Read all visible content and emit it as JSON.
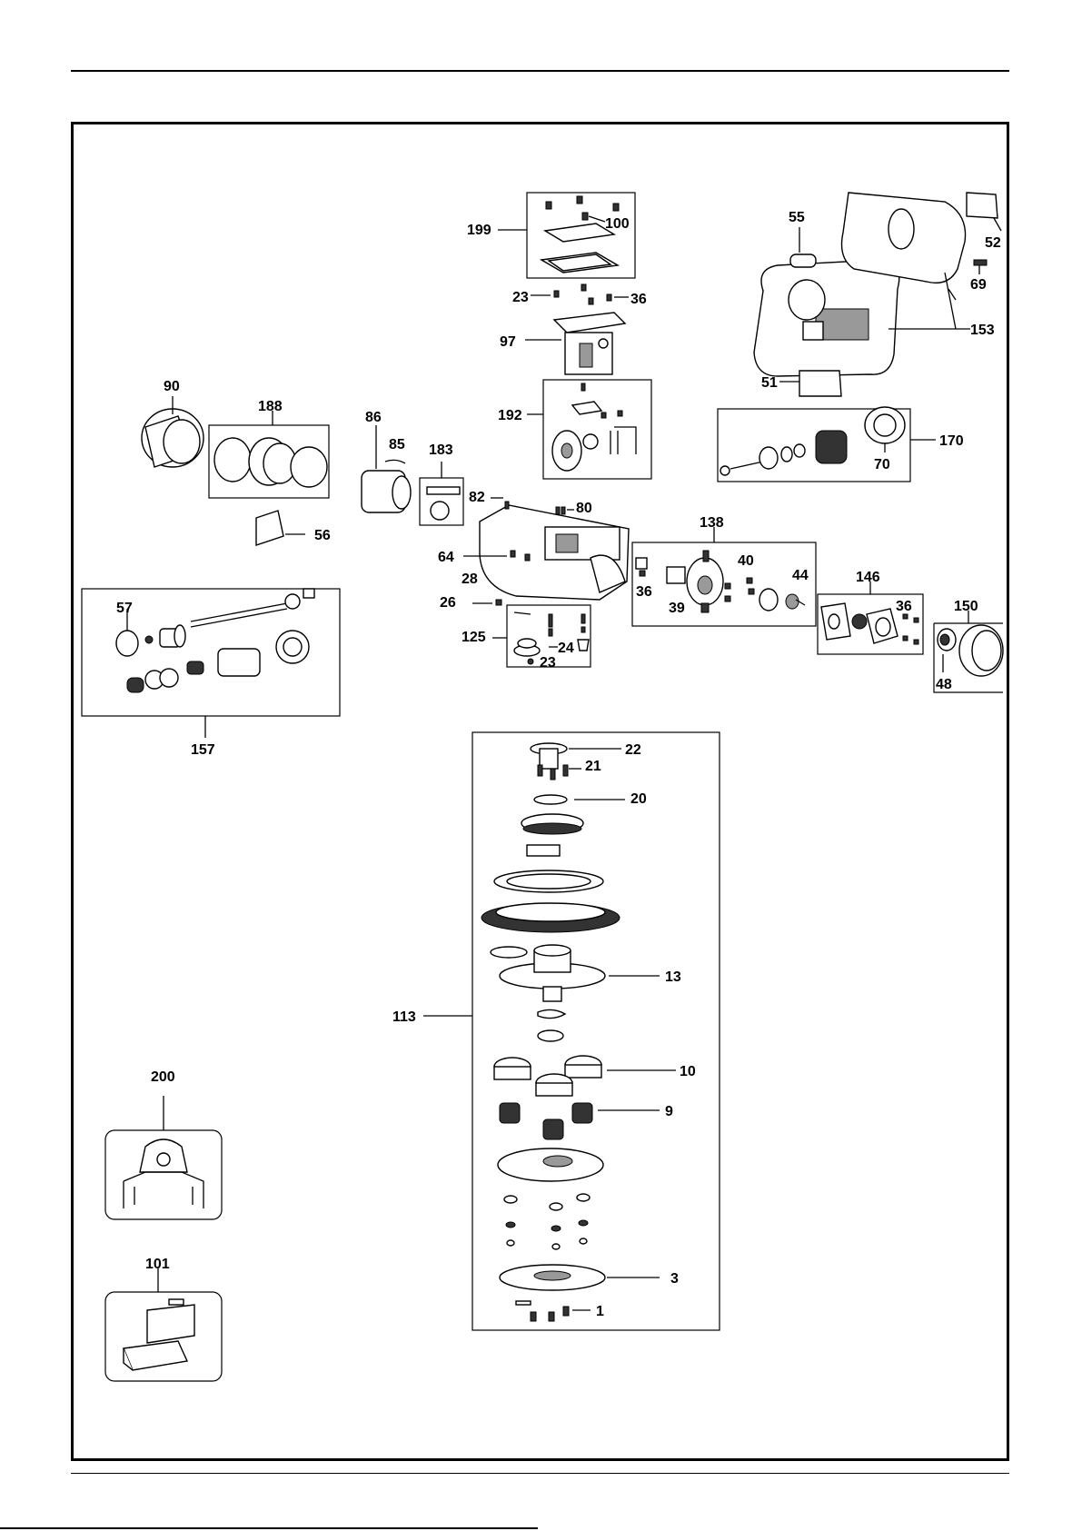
{
  "document": {
    "type": "exploded parts diagram"
  },
  "callouts": {
    "c1": "1",
    "c3": "3",
    "c9": "9",
    "c10": "10",
    "c13": "13",
    "c20": "20",
    "c21": "21",
    "c22": "22",
    "c23a": "23",
    "c23b": "23",
    "c24": "24",
    "c26": "26",
    "c28": "28",
    "c36a": "36",
    "c36b": "36",
    "c36c": "36",
    "c39": "39",
    "c40": "40",
    "c44": "44",
    "c48": "48",
    "c51": "51",
    "c52": "52",
    "c55": "55",
    "c56": "56",
    "c57": "57",
    "c64": "64",
    "c69": "69",
    "c70": "70",
    "c80": "80",
    "c82": "82",
    "c85": "85",
    "c86": "86",
    "c90": "90",
    "c97": "97",
    "c100": "100",
    "c101": "101",
    "c113": "113",
    "c125": "125",
    "c138": "138",
    "c146": "146",
    "c150": "150",
    "c153": "153",
    "c157": "157",
    "c170": "170",
    "c183": "183",
    "c188": "188",
    "c192": "192",
    "c199": "199",
    "c200": "200"
  }
}
